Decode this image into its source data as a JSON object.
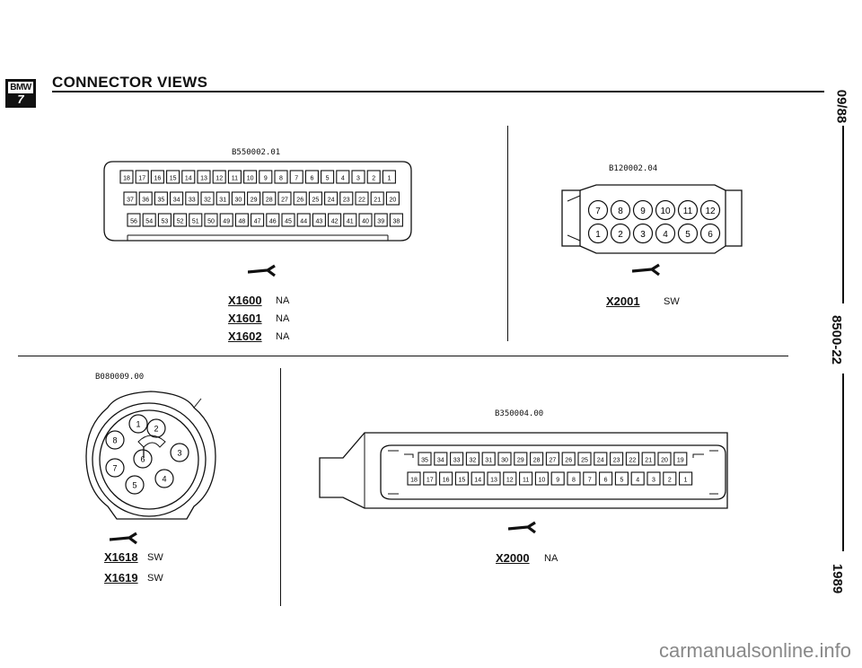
{
  "header": {
    "logo_top": "BMW",
    "logo_num": "7",
    "title": "CONNECTOR VIEWS"
  },
  "side": {
    "date": "09/88",
    "page": "8500-22",
    "year": "1989"
  },
  "connectors": {
    "c1": {
      "ref": "B550002.01",
      "rows": [
        [
          "18",
          "17",
          "16",
          "15",
          "14",
          "13",
          "12",
          "11",
          "10",
          "9",
          "8",
          "7",
          "6",
          "5",
          "4",
          "3",
          "2",
          "1"
        ],
        [
          "37",
          "36",
          "35",
          "34",
          "33",
          "32",
          "31",
          "30",
          "29",
          "28",
          "27",
          "26",
          "25",
          "24",
          "23",
          "22",
          "21",
          "20"
        ],
        [
          "56",
          "54",
          "53",
          "52",
          "51",
          "50",
          "49",
          "48",
          "47",
          "46",
          "45",
          "44",
          "43",
          "42",
          "41",
          "40",
          "39",
          "38"
        ]
      ],
      "labels": [
        {
          "id": "X1600",
          "code": "NA"
        },
        {
          "id": "X1601",
          "code": "NA"
        },
        {
          "id": "X1602",
          "code": "NA"
        }
      ]
    },
    "c2": {
      "ref": "B120002.04",
      "top_row": [
        "7",
        "8",
        "9",
        "10",
        "11",
        "12"
      ],
      "bottom_row": [
        "1",
        "2",
        "3",
        "4",
        "5",
        "6"
      ],
      "labels": [
        {
          "id": "X2001",
          "code": "SW"
        }
      ]
    },
    "c3": {
      "ref": "B080009.00",
      "pins": [
        "1",
        "2",
        "3",
        "4",
        "5",
        "6",
        "7",
        "8"
      ],
      "labels": [
        {
          "id": "X1618",
          "code": "SW"
        },
        {
          "id": "X1619",
          "code": "SW"
        }
      ]
    },
    "c4": {
      "ref": "B350004.00",
      "top_row": [
        "35",
        "34",
        "33",
        "32",
        "31",
        "30",
        "29",
        "28",
        "27",
        "26",
        "25",
        "24",
        "23",
        "22",
        "21",
        "20",
        "19"
      ],
      "bottom_row": [
        "18",
        "17",
        "16",
        "15",
        "14",
        "13",
        "12",
        "11",
        "10",
        "9",
        "8",
        "7",
        "6",
        "5",
        "4",
        "3",
        "2",
        "1"
      ],
      "labels": [
        {
          "id": "X2000",
          "code": "NA"
        }
      ]
    }
  },
  "watermark": "carmanualsonline.info"
}
